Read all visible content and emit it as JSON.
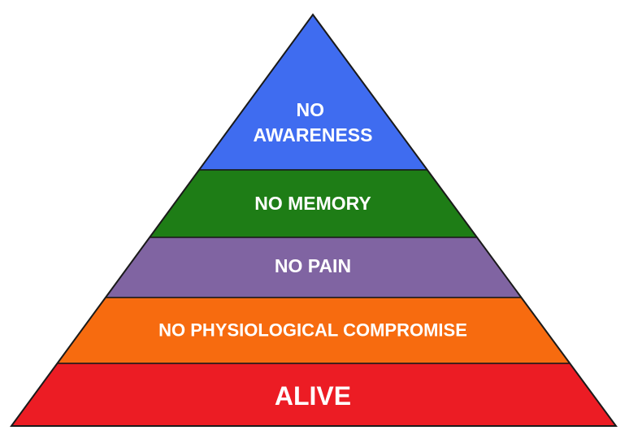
{
  "pyramid": {
    "tiers": [
      {
        "lines": [
          "NO",
          "AWARENESS"
        ],
        "color": "#3f6cf0"
      },
      {
        "lines": [
          "NO MEMORY"
        ],
        "color": "#1e7d16"
      },
      {
        "lines": [
          "NO PAIN"
        ],
        "color": "#8064a2"
      },
      {
        "lines": [
          "NO PHYSIOLOGICAL COMPROMISE"
        ],
        "color": "#f76b0f"
      },
      {
        "lines": [
          "ALIVE"
        ],
        "color": "#ec1c24"
      }
    ],
    "outline_color": "#1a1a1a"
  }
}
